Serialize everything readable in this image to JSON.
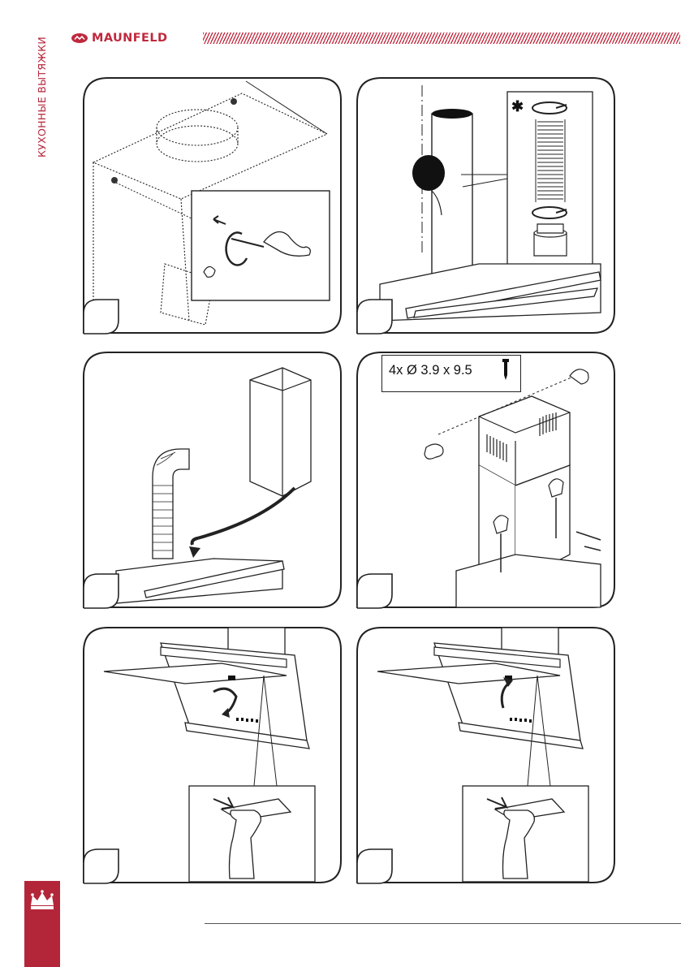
{
  "header": {
    "side_title": "КУХОННЫЕ ВЫТЯЖКИ",
    "brand": "MAUNFELD",
    "accent_color": "#c0283d",
    "logo_icon": "maunfeld-logo-icon"
  },
  "panels": [
    {
      "id": "step-1",
      "content": "remove-screws-from-hood-top"
    },
    {
      "id": "step-2",
      "content": "attach-flexible-duct-and-adapter",
      "marker": "*"
    },
    {
      "id": "step-3",
      "content": "slide-chimney-cover-over-duct"
    },
    {
      "id": "step-4",
      "content": "screw-chimney-to-bracket"
    },
    {
      "id": "step-5",
      "content": "lower-glass-panel-press-tab"
    },
    {
      "id": "step-6",
      "content": "raise-glass-panel-press-tab"
    }
  ],
  "spec": {
    "screws": "4x Ø 3.9 x 9.5",
    "icon": "screw-icon"
  },
  "footer": {
    "emblem_icon": "crown-icon"
  }
}
